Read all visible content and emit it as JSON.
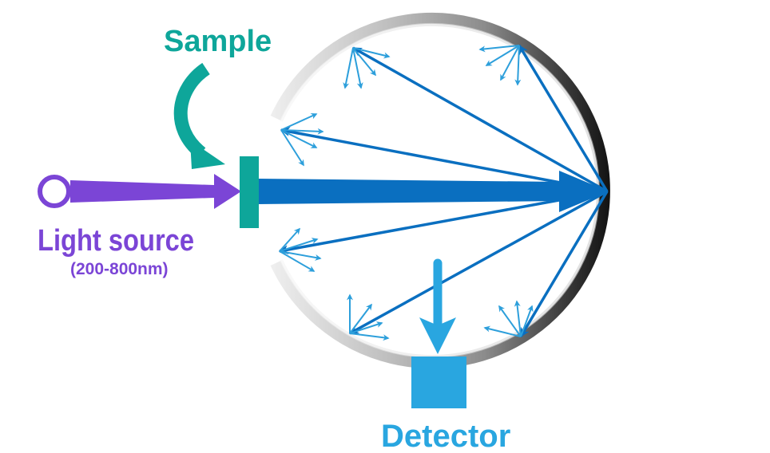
{
  "labels": {
    "light_source": "Light source",
    "wavelength_range": "(200-800nm)",
    "sample": "Sample",
    "detector": "Detector"
  },
  "colors": {
    "light_source": "#7b45d6",
    "sample": "#0ea69a",
    "beam": "#0a6fc0",
    "scatter": "#2d9fdb",
    "detector": "#29a6e0",
    "sphere_light": "#e6e6e6",
    "sphere_dark": "#000000"
  },
  "components": [
    {
      "id": "light-source",
      "label_key": "light_source"
    },
    {
      "id": "sample",
      "label_key": "sample"
    },
    {
      "id": "integrating-sphere"
    },
    {
      "id": "detector",
      "label_key": "detector"
    }
  ],
  "reflections": {
    "primary_rays": 7,
    "scatter_points": 6,
    "arrows_per_scatter_point": 4
  }
}
